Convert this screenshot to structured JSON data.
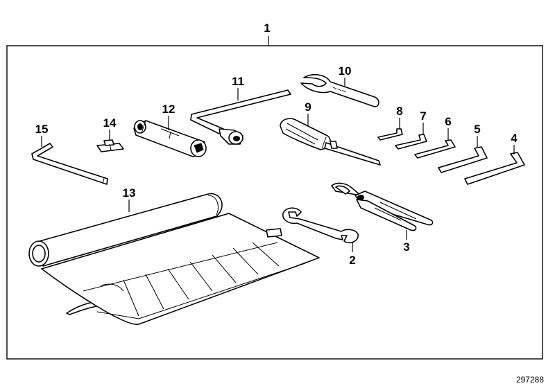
{
  "diagram": {
    "callouts": {
      "c1": "1",
      "c2": "2",
      "c3": "3",
      "c4": "4",
      "c5": "5",
      "c6": "6",
      "c7": "7",
      "c8": "8",
      "c9": "9",
      "c10": "10",
      "c11": "11",
      "c12": "12",
      "c13": "13",
      "c14": "14",
      "c15": "15"
    },
    "reference_number": "297288"
  }
}
